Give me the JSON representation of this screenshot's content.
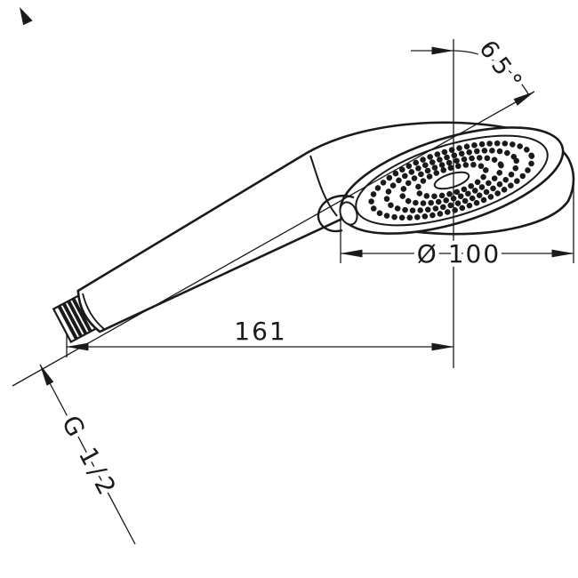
{
  "drawing": {
    "type": "technical-dimension-drawing",
    "subject": "hand shower side view",
    "line_color": "#1a1a1a",
    "background_color": "#ffffff",
    "dimensions": {
      "spray_angle": "65°",
      "head_diameter": "Ø 100",
      "overall_length": "161",
      "thread_size": "G 1/2"
    },
    "icons": {
      "arrowhead": "filled-triangle-dimension-arrow"
    }
  }
}
